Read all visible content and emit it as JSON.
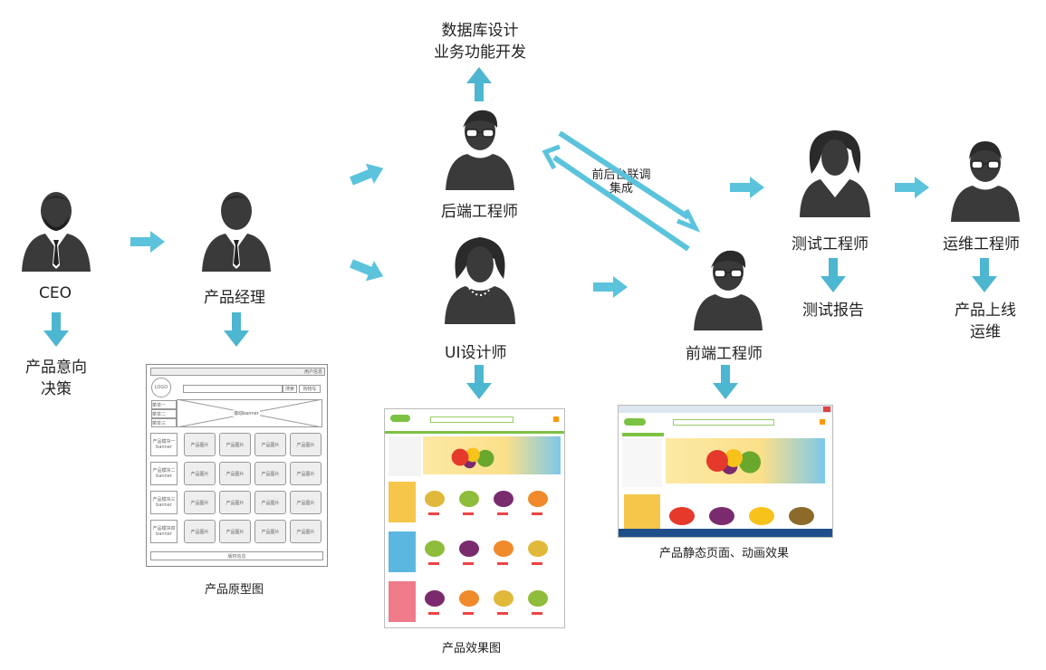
{
  "roles": {
    "ceo": "CEO",
    "pm": "产品经理",
    "backend": "后端工程师",
    "ui": "UI设计师",
    "frontend": "前端工程师",
    "tester": "测试工程师",
    "ops": "运维工程师"
  },
  "outputs": {
    "ceo": [
      "产品意向",
      "决策"
    ],
    "backend": [
      "数据库设计",
      "业务功能开发"
    ],
    "tester": "测试报告",
    "ops": [
      "产品上线",
      "运维"
    ]
  },
  "edge_label": [
    "前后台联调",
    "集成"
  ],
  "captions": {
    "prototype": "产品原型图",
    "design": "产品效果图",
    "static": "产品静态页面、动画效果"
  },
  "wireframe": {
    "user_info": "用户信息",
    "logo": "LOGO",
    "search": "搜索",
    "cart": "购物车",
    "menus": [
      "菜单一",
      "菜单二",
      "菜单三"
    ],
    "banner": "滚动banner",
    "module_labels": [
      "产品模块一 banner",
      "产品模块二 banner",
      "产品模块三 banner",
      "产品模块四 banner"
    ],
    "product_image": "产品图片",
    "copyright": "版权信息"
  },
  "colors": {
    "arrow": "#5bc3dc",
    "person": "#3a3a3a",
    "arrow_down": "#4db6d0"
  },
  "icons": [
    "person-icon",
    "arrow-right-icon",
    "arrow-down-icon",
    "arrow-up-icon"
  ]
}
